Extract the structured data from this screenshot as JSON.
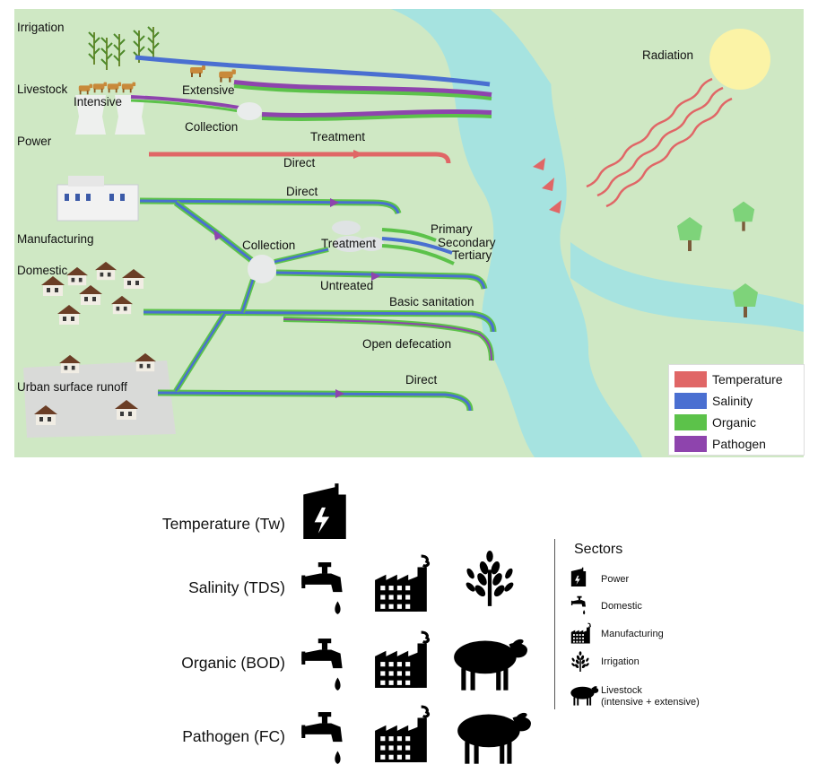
{
  "scene": {
    "sources": {
      "irrigation": "Irrigation",
      "livestock": "Livestock",
      "intensive": "Intensive",
      "extensive": "Extensive",
      "power": "Power",
      "manufacturing": "Manufacturing",
      "domestic": "Domestic",
      "urban_runoff": "Urban surface runoff"
    },
    "pathways": {
      "collection_livestock": "Collection",
      "treatment_power": "Treatment",
      "direct_power": "Direct",
      "direct_manufacturing": "Direct",
      "collection": "Collection",
      "treatment": "Treatment",
      "primary": "Primary",
      "secondary": "Secondary",
      "tertiary": "Tertiary",
      "untreated": "Untreated",
      "basic_sanitation": "Basic sanitation",
      "open_defecation": "Open defecation",
      "direct_runoff": "Direct"
    },
    "radiation": "Radiation"
  },
  "legend": [
    {
      "label": "Temperature",
      "color": "#e06666"
    },
    {
      "label": "Salinity",
      "color": "#4a6fd1"
    },
    {
      "label": "Organic",
      "color": "#5cc24a"
    },
    {
      "label": "Pathogen",
      "color": "#8e44ad"
    }
  ],
  "matrix": {
    "rows": [
      {
        "label": "Temperature (Tw)",
        "icons": [
          "power-icon"
        ]
      },
      {
        "label": "Salinity (TDS)",
        "icons": [
          "tap-icon",
          "factory-icon",
          "wheat-icon"
        ]
      },
      {
        "label": "Organic (BOD)",
        "icons": [
          "tap-icon",
          "factory-icon",
          "sheep-icon"
        ]
      },
      {
        "label": "Pathogen (FC)",
        "icons": [
          "tap-icon",
          "factory-icon",
          "sheep-icon"
        ]
      }
    ]
  },
  "sectors": {
    "title": "Sectors",
    "items": [
      {
        "label": "Power",
        "icon": "power-icon"
      },
      {
        "label": "Domestic",
        "icon": "tap-icon"
      },
      {
        "label": "Manufacturing",
        "icon": "factory-icon"
      },
      {
        "label": "Irrigation",
        "icon": "wheat-icon"
      },
      {
        "label": "Livestock\n(intensive + extensive)",
        "line1": "Livestock",
        "line2": "(intensive + extensive)",
        "icon": "sheep-icon"
      }
    ]
  }
}
